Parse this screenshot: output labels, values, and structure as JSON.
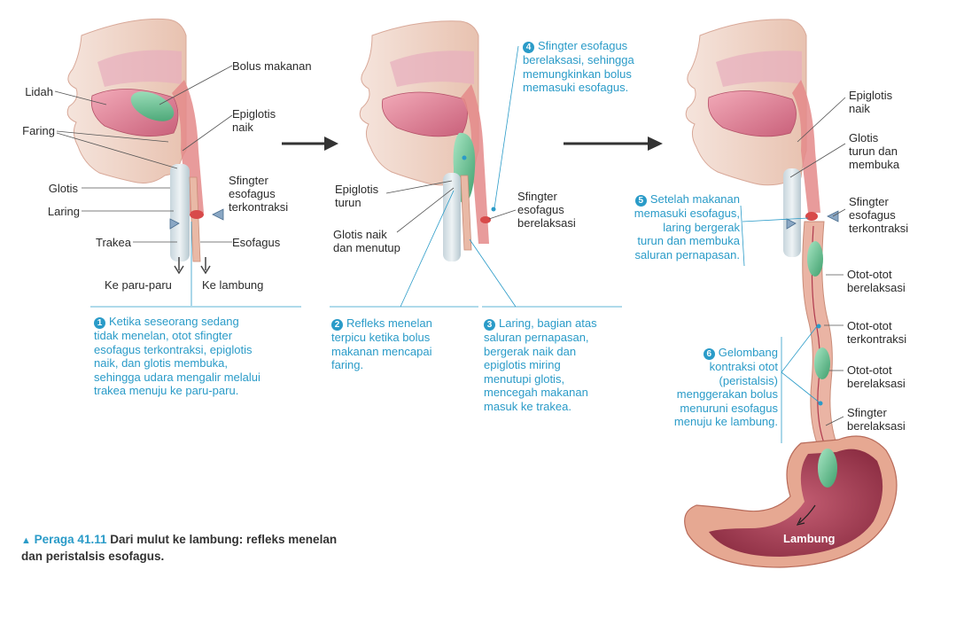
{
  "panel1": {
    "labels": {
      "bolus": "Bolus makanan",
      "lidah": "Lidah",
      "faring": "Faring",
      "epiglotis_naik": "Epiglotis\nnaik",
      "glotis": "Glotis",
      "sfingter_kontraksi": "Sfingter\nesofagus\nterkontraksi",
      "laring": "Laring",
      "trakea": "Trakea",
      "esofagus": "Esofagus",
      "ke_paru": "Ke paru-paru",
      "ke_lambung": "Ke lambung"
    },
    "step": {
      "number": "1",
      "text": "Ketika seseorang sedang\ntidak menelan, otot sfingter\nesofagus terkontraksi, epiglotis\nnaik, dan glotis membuka,\nsehingga udara mengalir melalui\ntrakea menuju ke paru-paru."
    }
  },
  "panel2": {
    "labels": {
      "epiglotis_turun": "Epiglotis\nturun",
      "glotis_naik": "Glotis naik\ndan menutup",
      "sfingter_relaks": "Sfingter\nesofagus\nberelaksasi"
    },
    "step2": {
      "number": "2",
      "text": "Refleks menelan\nterpicu ketika bolus\nmakanan mencapai\nfaring."
    },
    "step3": {
      "number": "3",
      "text": "Laring, bagian atas\nsaluran pernapasan,\nbergerak naik dan\nepiglotis miring\nmenutupi glotis,\nmencegah makanan\nmasuk ke trakea."
    },
    "step4": {
      "number": "4",
      "text": "Sfingter esofagus\nberelaksasi, sehingga\nmemungkinkan bolus\nmemasuki esofagus."
    }
  },
  "panel3": {
    "labels": {
      "epiglotis_naik": "Epiglotis\nnaik",
      "glotis_turun": "Glotis\nturun dan\nmembuka",
      "sfingter_kontraksi": "Sfingter\nesofagus\nterkontraksi",
      "otot_relaks_1": "Otot-otot\nberelaksasi",
      "otot_kontraksi": "Otot-otot\nterkontraksi",
      "otot_relaks_2": "Otot-otot\nberelaksasi",
      "sfingter_relaks": "Sfingter\nberelaksasi",
      "lambung": "Lambung"
    },
    "step5": {
      "number": "5",
      "text": "Setelah makanan\nmemasuki esofagus,\nlaring bergerak\nturun dan membuka\nsaluran pernapasan."
    },
    "step6": {
      "number": "6",
      "text": "Gelombang\nkontraksi otot\n(peristalsis)\nmenggerakan bolus\nmenuruni esofagus\nmenuju ke lambung."
    }
  },
  "caption": {
    "figure": "Peraga 41.11",
    "text": "Dari mulut ke lambung: refleks menelan\ndan peristalsis esofagus."
  },
  "colors": {
    "accent": "#2a9bc8",
    "tissue": "#e9b9a6",
    "bolus": "#5fbf8c",
    "lumen": "#b03a4e"
  }
}
